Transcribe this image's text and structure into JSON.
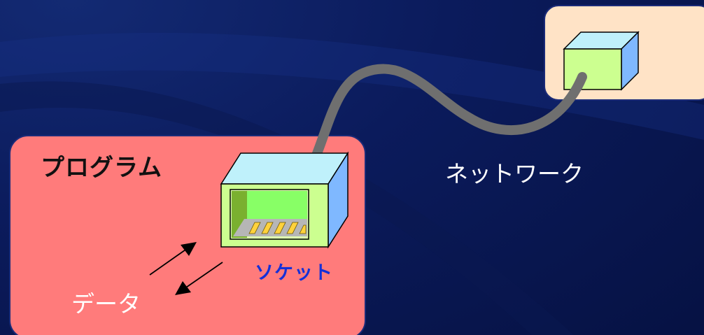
{
  "labels": {
    "program": "プログラム",
    "network": "ネットワーク",
    "socket": "ソケット",
    "data": "データ"
  },
  "colors": {
    "background": "#0b1b5c",
    "program_box": "#ff7b7b",
    "remote_box": "#ffe3c6",
    "socket_top": "#bff1fb",
    "socket_front": "#ccff90",
    "socket_side": "#7fb8ff",
    "cable": "#6f6f6f",
    "socket_text": "#1530d8"
  }
}
